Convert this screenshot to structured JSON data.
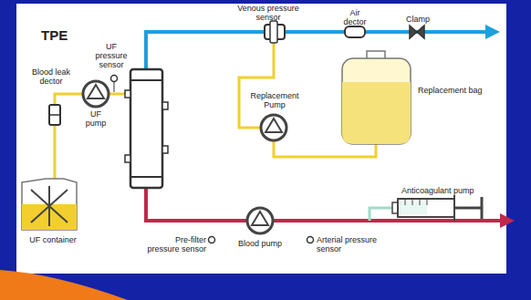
{
  "diagram": {
    "title": "TPE",
    "labels": [
      "Venous pressure sensor",
      "Air dector",
      "Clamp",
      "UF pressure sensor",
      "Blood leak dector",
      "UF pump",
      "Replacement Pump",
      "Replacement bag",
      "Anticoagulant pump",
      "UF container",
      "Pre-filter pressure sensor",
      "Blood pump",
      "Arterial pressure sensor"
    ]
  }
}
